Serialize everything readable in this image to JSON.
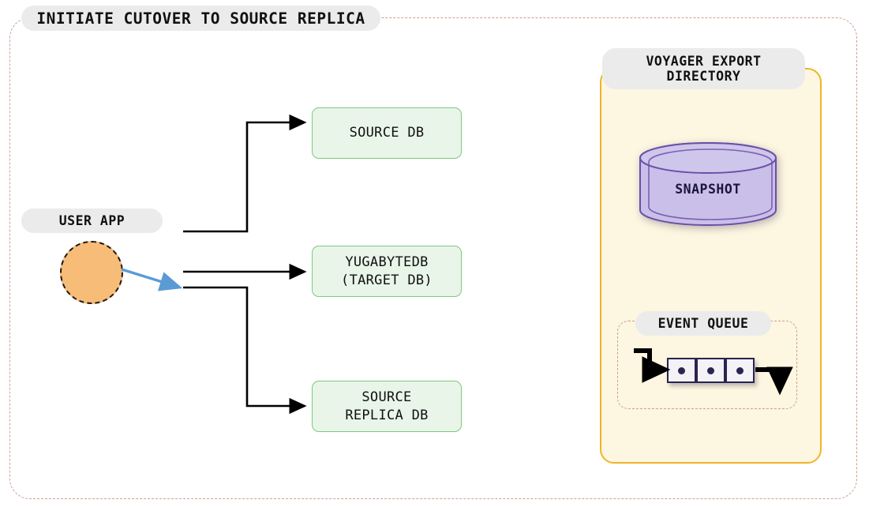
{
  "diagram": {
    "title": "INITIATE CUTOVER TO SOURCE REPLICA",
    "outer_border_color": "#c8a193",
    "background": "#ffffff"
  },
  "user_app": {
    "label": "USER APP",
    "shape": "circle",
    "fill": "#f7bc78",
    "border": "dashed black"
  },
  "databases": [
    {
      "id": "source-db",
      "label": "SOURCE DB",
      "fill": "#e9f5e9",
      "border": "#7ec97e"
    },
    {
      "id": "target-db",
      "label": "YUGABYTEDB\n(TARGET DB)",
      "fill": "#e9f5e9",
      "border": "#7ec97e"
    },
    {
      "id": "replica-db",
      "label": "SOURCE\nREPLICA DB",
      "fill": "#e9f5e9",
      "border": "#7ec97e"
    }
  ],
  "voyager": {
    "label": "VOYAGER EXPORT\nDIRECTORY",
    "label_line1": "VOYAGER EXPORT",
    "label_line2": "DIRECTORY",
    "panel_fill": "#fdf6e0",
    "panel_border": "#f0b429",
    "snapshot": {
      "label": "SNAPSHOT",
      "fill": "#c9bfe8",
      "border": "#6b4fa8",
      "shape": "cylinder"
    },
    "event_queue": {
      "label": "EVENT QUEUE",
      "cell_count": 3,
      "cell_fill": "#f2f2f7",
      "cell_border": "#2c2350",
      "inbound_arrow": "from-top-left",
      "outbound_arrow": "to-bottom-right"
    }
  },
  "connectors": [
    {
      "id": "app-to-source-db",
      "from": "user-app",
      "to": "source-db",
      "color": "#000000",
      "style": "orthogonal"
    },
    {
      "id": "app-to-target-db",
      "from": "user-app",
      "to": "target-db",
      "color": "#000000",
      "style": "straight"
    },
    {
      "id": "app-to-replica-db",
      "from": "user-app",
      "to": "replica-db",
      "color": "#000000",
      "style": "orthogonal"
    },
    {
      "id": "user-traffic-highlight",
      "from": "user-app",
      "to": "target-db",
      "color": "#5b9bd5",
      "style": "diagonal-arrow"
    }
  ]
}
